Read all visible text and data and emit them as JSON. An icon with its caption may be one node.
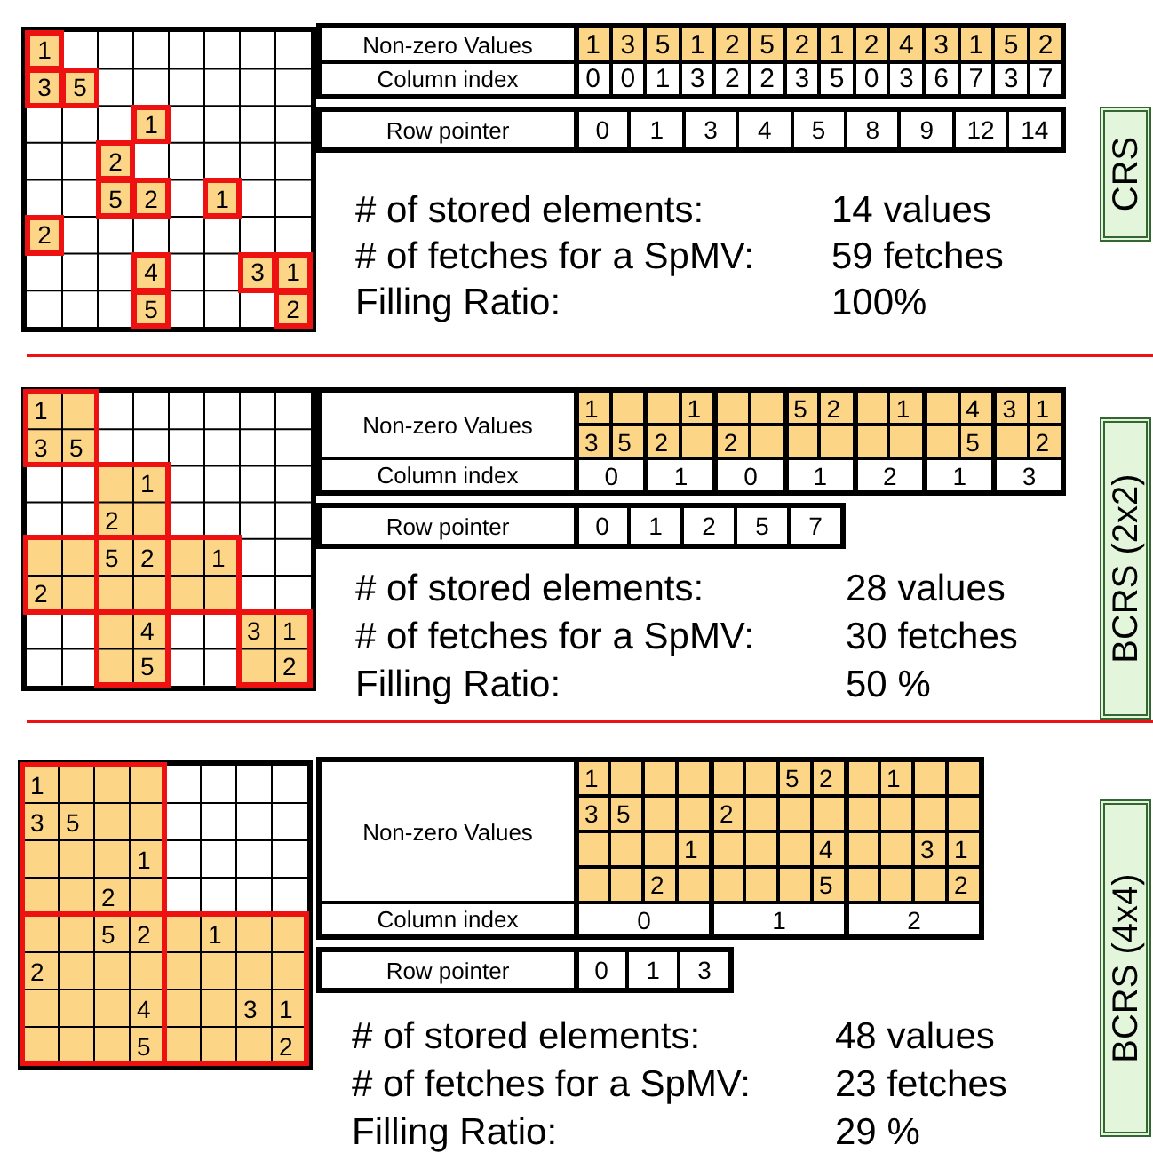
{
  "diagram": {
    "nodes": [
      {
        "text": [
          "CRS"
        ]
      },
      {
        "text": [
          "BCRS (2x2)"
        ]
      },
      {
        "text": [
          "BCRS (4x4)"
        ]
      }
    ],
    "labels": [
      "1",
      "3",
      "5",
      "1",
      "2",
      "5",
      "2",
      "1",
      "2",
      "4",
      "3",
      "1",
      "5",
      "2",
      "Non-zero Values",
      "1",
      "3",
      "5",
      "1",
      "2",
      "5",
      "2",
      "1",
      "2",
      "4",
      "3",
      "1",
      "5",
      "2",
      "Column index",
      "0",
      "0",
      "1",
      "3",
      "2",
      "2",
      "3",
      "5",
      "0",
      "3",
      "6",
      "7",
      "3",
      "7",
      "Row pointer",
      "0",
      "1",
      "3",
      "4",
      "5",
      "8",
      "9",
      "12",
      "14",
      "# of stored elements:",
      "14 values",
      "# of fetches for a SpMV:",
      "59 fetches",
      "Filling Ratio:",
      "100%",
      "1",
      "3",
      "5",
      "1",
      "2",
      "5",
      "2",
      "1",
      "2",
      "4",
      "3",
      "1",
      "5",
      "2",
      "Non-zero Values",
      "1",
      "1",
      "5",
      "2",
      "1",
      "4",
      "3",
      "1",
      "3",
      "5",
      "2",
      "2",
      "5",
      "2",
      "Column index",
      "0",
      "1",
      "0",
      "1",
      "2",
      "1",
      "3",
      "Row pointer",
      "0",
      "1",
      "2",
      "5",
      "7",
      "# of stored elements:",
      "28 values",
      "# of fetches for a SpMV:",
      "30 fetches",
      "Filling Ratio:",
      "50 %",
      "1",
      "3",
      "5",
      "1",
      "2",
      "5",
      "2",
      "1",
      "2",
      "4",
      "3",
      "1",
      "5",
      "2",
      "Non-zero Values",
      "1",
      "5",
      "2",
      "1",
      "3",
      "5",
      "2",
      "1",
      "4",
      "3",
      "1",
      "2",
      "5",
      "2",
      "Column index",
      "0",
      "1",
      "2",
      "Row pointer",
      "0",
      "1",
      "3",
      "# of stored elements:",
      "48 values",
      "# of fetches for a SpMV:",
      "23 fetches",
      "Filling Ratio:",
      "29 %"
    ]
  }
}
